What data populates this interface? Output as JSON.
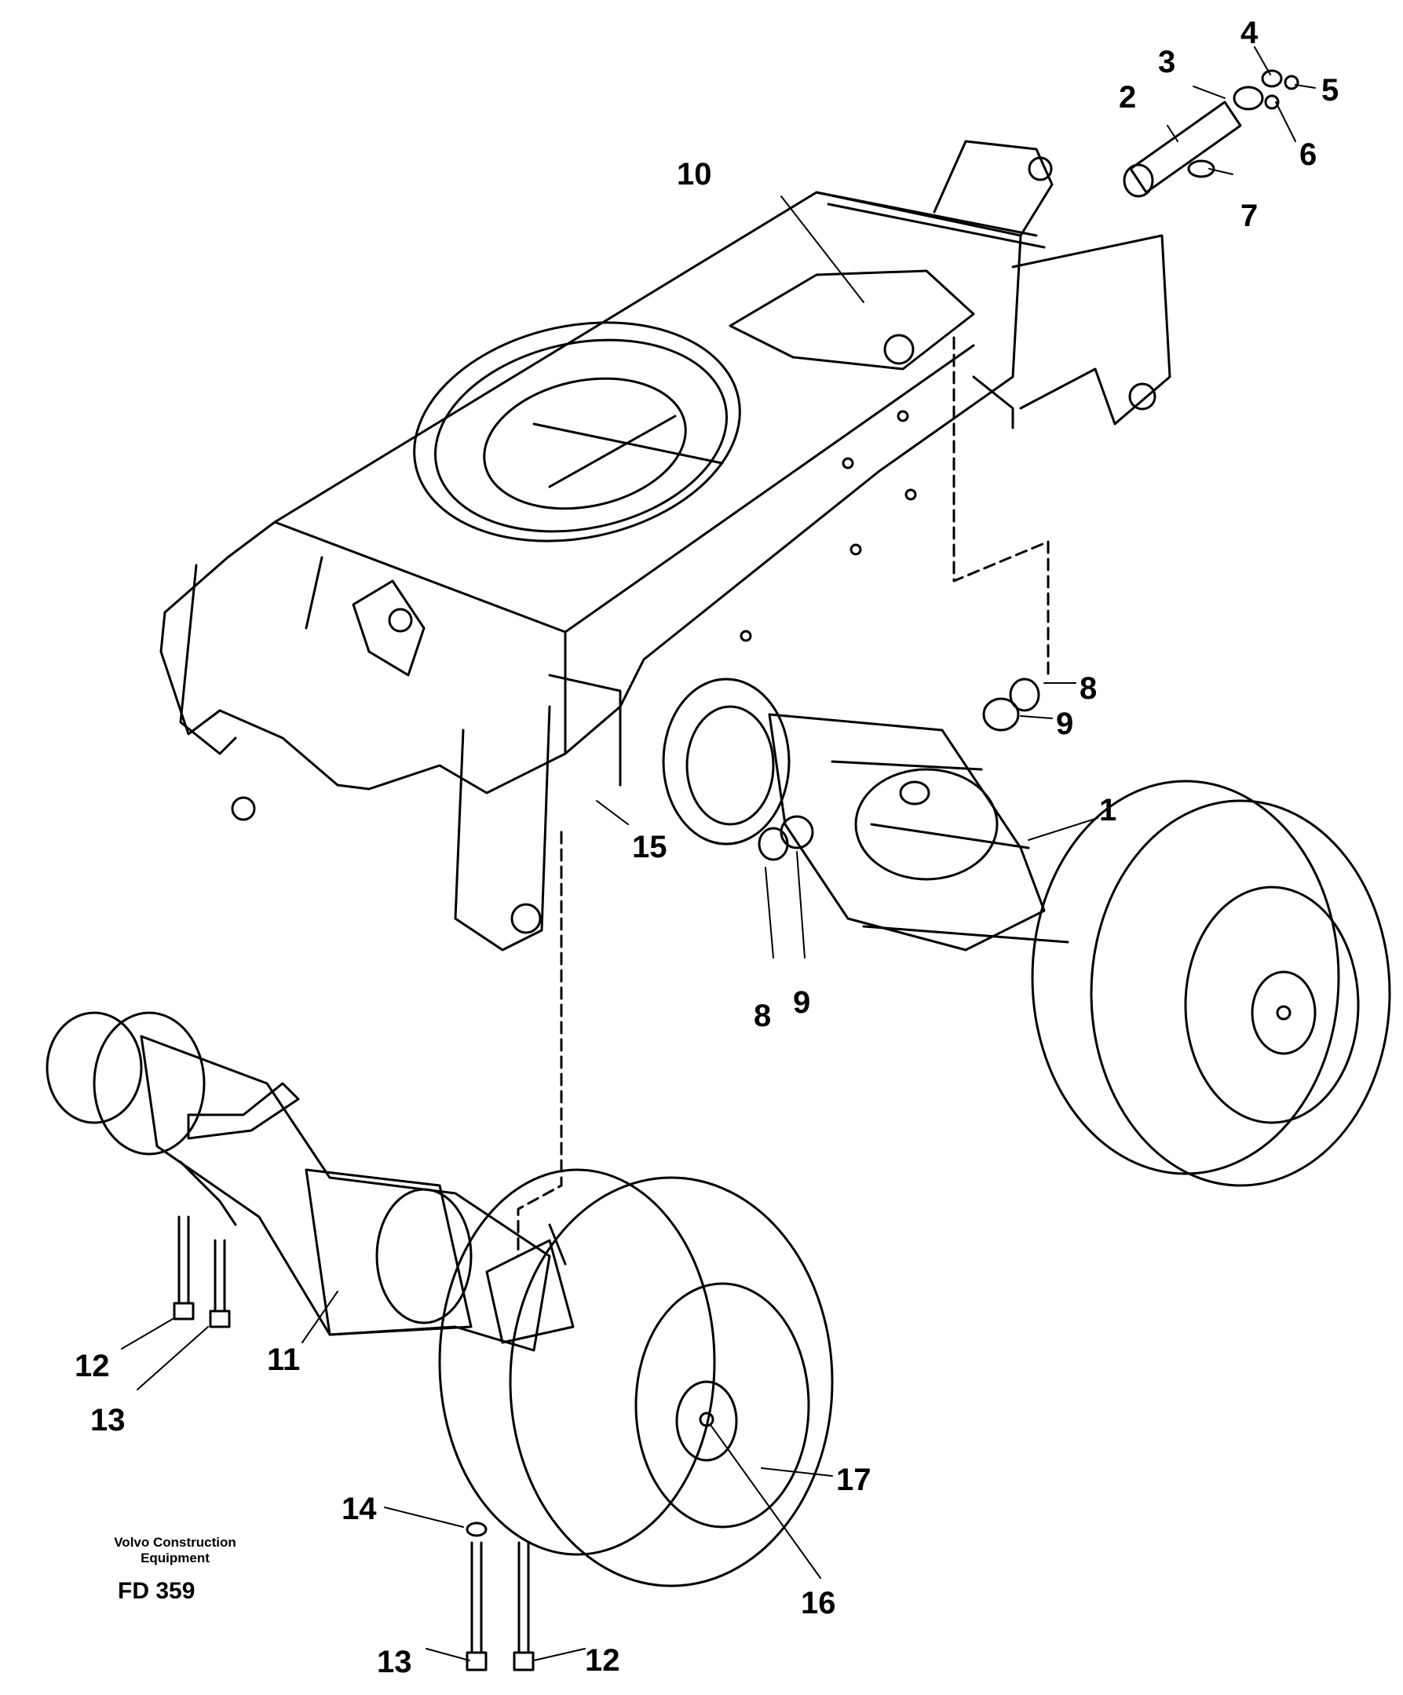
{
  "caption": {
    "company": "Volvo Construction Equipment",
    "code": "FD 359"
  },
  "callouts": [
    {
      "id": "1",
      "text": "1"
    },
    {
      "id": "2",
      "text": "2"
    },
    {
      "id": "3",
      "text": "3"
    },
    {
      "id": "4",
      "text": "4"
    },
    {
      "id": "5",
      "text": "5"
    },
    {
      "id": "6",
      "text": "6"
    },
    {
      "id": "7",
      "text": "7"
    },
    {
      "id": "8a",
      "text": "8"
    },
    {
      "id": "8b",
      "text": "8"
    },
    {
      "id": "9a",
      "text": "9"
    },
    {
      "id": "9b",
      "text": "9"
    },
    {
      "id": "10",
      "text": "10"
    },
    {
      "id": "11",
      "text": "11"
    },
    {
      "id": "12a",
      "text": "12"
    },
    {
      "id": "12b",
      "text": "12"
    },
    {
      "id": "13a",
      "text": "13"
    },
    {
      "id": "13b",
      "text": "13"
    },
    {
      "id": "14",
      "text": "14"
    },
    {
      "id": "15",
      "text": "15"
    },
    {
      "id": "16",
      "text": "16"
    },
    {
      "id": "17",
      "text": "17"
    }
  ]
}
